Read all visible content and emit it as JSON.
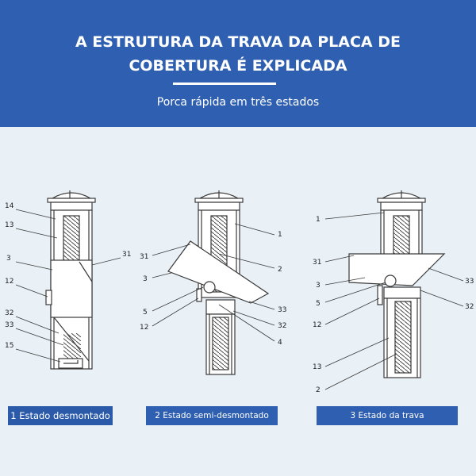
{
  "header": {
    "title_line1": "A ESTRUTURA DA TRAVA DA PLACA DE",
    "title_line2": "COBERTURA É EXPLICADA",
    "subtitle": "Porca rápida em três estados"
  },
  "diagrams": [
    {
      "caption": "1 Estado desmontado",
      "labels": [
        "14",
        "13",
        "3",
        "12",
        "32",
        "33",
        "15",
        "31"
      ]
    },
    {
      "caption": "2 Estado semi-desmontado",
      "labels": [
        "1",
        "2",
        "31",
        "3",
        "5",
        "12",
        "33",
        "32",
        "4"
      ]
    },
    {
      "caption": "3 Estado da trava",
      "labels": [
        "1",
        "31",
        "3",
        "5",
        "12",
        "13",
        "2",
        "33",
        "32"
      ]
    }
  ],
  "colors": {
    "header_bg": "#2f5fb0",
    "caption_bg": "#2f5fb0",
    "page_bg": "#e9f1f7",
    "line": "#3a3a3a"
  }
}
